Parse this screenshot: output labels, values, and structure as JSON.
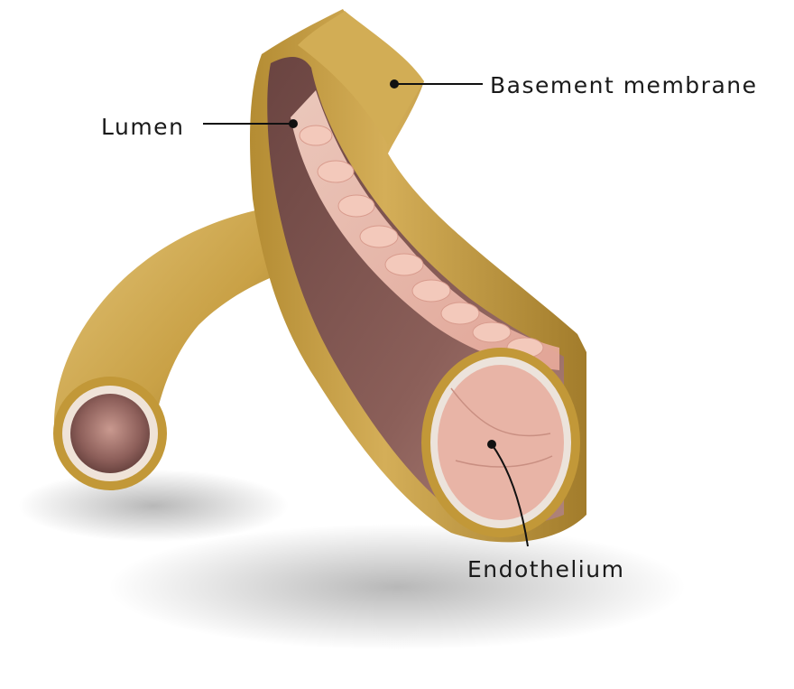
{
  "labels": {
    "basement_membrane": "Basement membrane",
    "lumen": "Lumen",
    "endothelium": "Endothelium"
  },
  "colors": {
    "background": "#ffffff",
    "membrane": "#c9a146",
    "membrane_dark": "#8f6d22",
    "membrane_light": "#e0c070",
    "endothelium_pink": "#f1c4b6",
    "lumen_inner": "#7d5450",
    "label_text": "#1a1a1a"
  }
}
